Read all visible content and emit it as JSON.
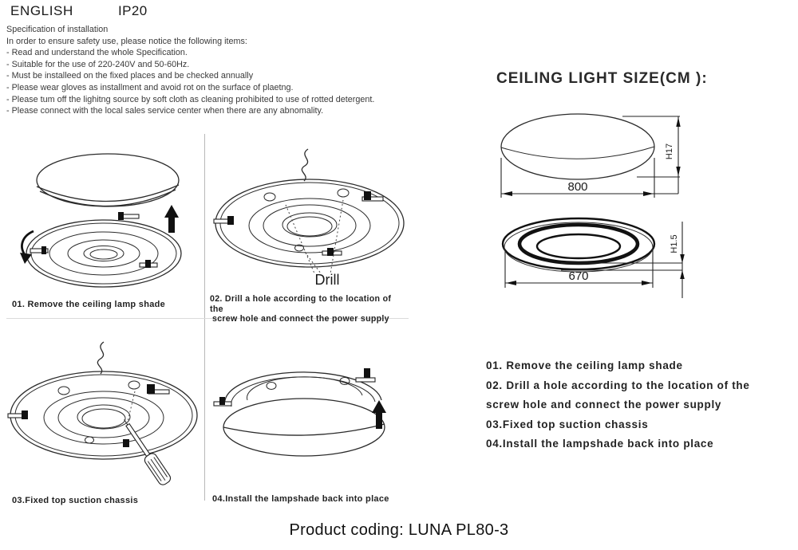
{
  "header": {
    "language": "ENGLISH",
    "ip_rating": "IP20"
  },
  "spec": {
    "title": "Specification of installation",
    "intro": "In order to ensure safety use, please notice the following items:",
    "items": [
      "- Read and understand the whole Specification.",
      "- Suitable for the use of 220-240V and 50-60Hz.",
      "- Must be installeed on the fixed places and be checked annually",
      "- Please wear gloves as installment and avoid rot on the surface of plaetng.",
      "- Please tum off the lighitng source by soft cloth as cleaning prohibited to use of rotted detergent.",
      "- Please connect with the local sales service center when there are any abnomality."
    ]
  },
  "size_section": {
    "title": "CEILING LIGHT SIZE(CM ):",
    "shade": {
      "width": "800",
      "height": "H17"
    },
    "base": {
      "width": "670",
      "height": "H1.5"
    }
  },
  "diagrams": {
    "step1": {
      "caption": "01. Remove the ceiling lamp shade"
    },
    "step2": {
      "caption_line1": "02. Drill a hole according to the location of the",
      "caption_line2": "screw hole and connect the power supply",
      "drill_label": "Drill"
    },
    "step3": {
      "caption": "03.Fixed top suction chassis"
    },
    "step4": {
      "caption": "04.Install the lampshade back into place"
    }
  },
  "steps_list": {
    "lines": [
      "01. Remove the ceiling lamp shade",
      "02. Drill a hole according to the location of the",
      " screw hole and connect the power supply",
      "03.Fixed top suction chassis",
      "04.Install the lampshade back into place"
    ]
  },
  "footer": {
    "product_coding": "Product coding: LUNA PL80-3"
  },
  "colors": {
    "ink": "#1a1a1a",
    "divider": "#bbbbbb"
  }
}
